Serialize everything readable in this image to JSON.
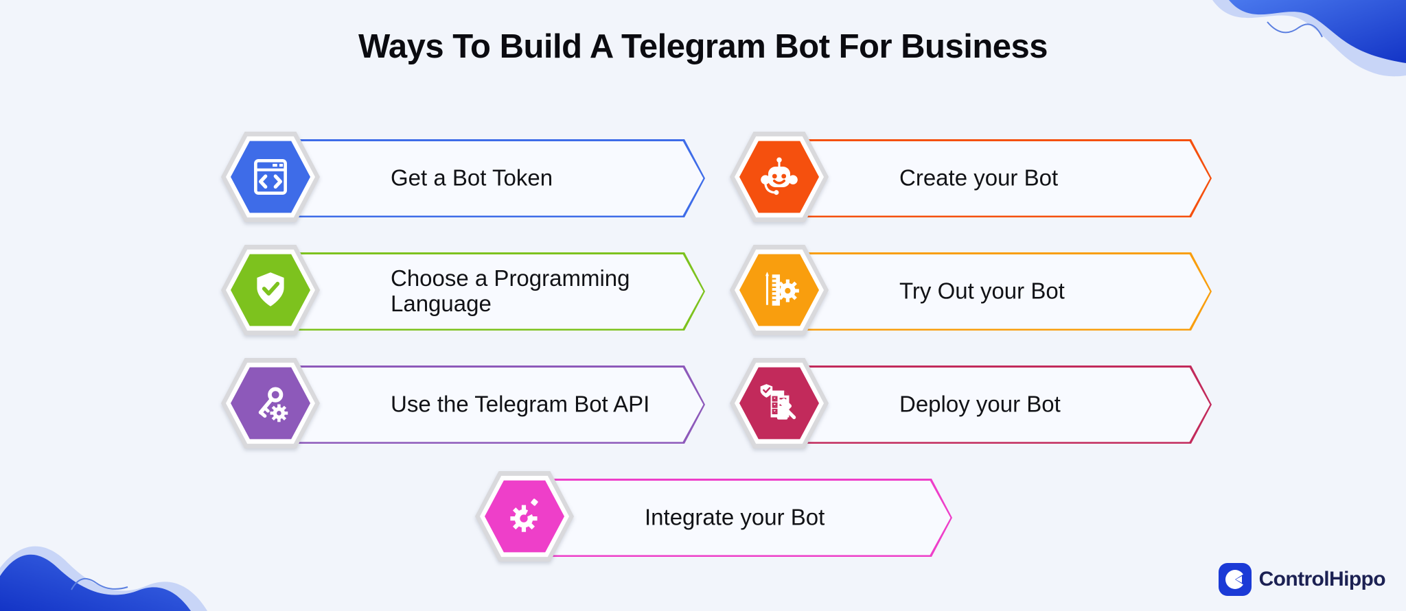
{
  "title": "Ways To Build A Telegram Bot For Business",
  "background": "#f2f5fb",
  "steps": [
    {
      "label": "Get a Bot Token",
      "color": "#3e6ce8",
      "icon": "code-window-icon"
    },
    {
      "label": "Create your Bot",
      "color": "#f5500e",
      "icon": "robot-assistant-icon"
    },
    {
      "label": "Choose a Programming Language",
      "color": "#7dc21e",
      "icon": "shield-check-icon"
    },
    {
      "label": "Try Out your Bot",
      "color": "#f99e0e",
      "icon": "ruler-gear-icon"
    },
    {
      "label": "Use the Telegram Bot API",
      "color": "#8d59ba",
      "icon": "key-gear-icon"
    },
    {
      "label": "Deploy your Bot",
      "color": "#c22a5b",
      "icon": "checklist-gavel-icon"
    },
    {
      "label": "Integrate your Bot",
      "color": "#ee3fc9",
      "icon": "segmented-gear-icon"
    }
  ],
  "logo": {
    "name": "ControlHippo",
    "badge_color": "#1b3ad6",
    "text_color": "#1c2153"
  },
  "decor": {
    "wave_dark": "#1334c6",
    "wave_mid": "#3b66e3",
    "wave_light": "#c8d5f7"
  }
}
